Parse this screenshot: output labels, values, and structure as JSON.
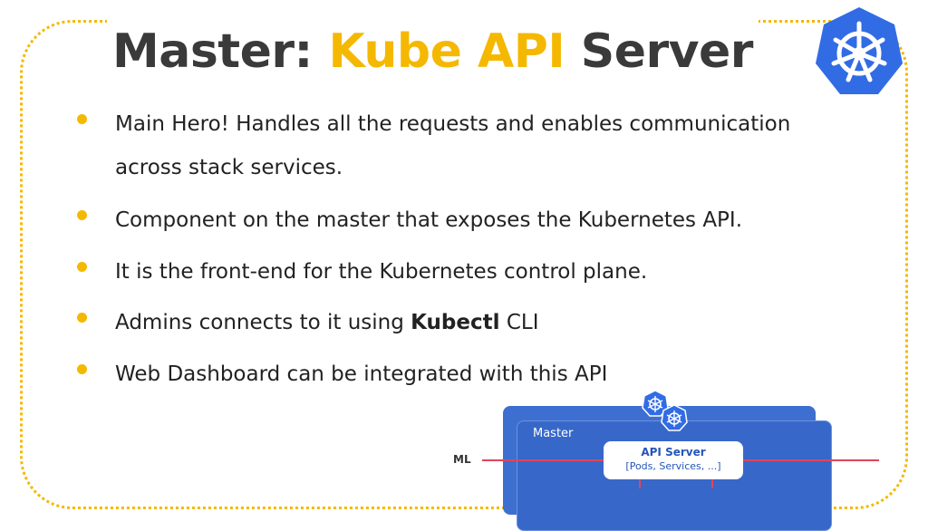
{
  "title": {
    "prefix": "Master: ",
    "accent": "Kube API",
    "suffix": " Server"
  },
  "logo_icon": "kubernetes-helm-wheel-icon",
  "colors": {
    "accent": "#f5b800",
    "title_text": "#3a3a3a",
    "logo_blue": "#326ce5",
    "diagram_blue": "#3768c9",
    "line_red": "#e0455b"
  },
  "bullets": [
    {
      "text": "Main Hero! Handles all the requests and enables communication",
      "text2": "across stack services."
    },
    {
      "text": "Component on the master that exposes the Kubernetes API."
    },
    {
      "text": "It is the front-end for the Kubernetes control plane."
    },
    {
      "pre": "Admins connects to it using ",
      "bold": "Kubectl",
      "post": " CLI"
    },
    {
      "text": "Web Dashboard can be integrated with this API"
    }
  ],
  "diagram": {
    "node_label": "Master",
    "api_title": "API Server",
    "api_subtitle": "[Pods, Services, ...]",
    "side_label": "ML"
  }
}
